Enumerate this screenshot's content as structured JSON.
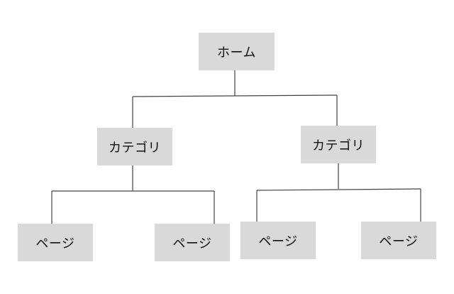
{
  "home": {
    "label": "ホーム",
    "categories": [
      {
        "label": "カテゴリ",
        "pages": [
          "ページ",
          "ページ"
        ]
      },
      {
        "label": "カテゴリ",
        "pages": [
          "ページ",
          "ページ"
        ]
      }
    ]
  },
  "colors": {
    "node_fill": "#d9d9d9",
    "connector": "#444444",
    "background": "#ffffff"
  }
}
